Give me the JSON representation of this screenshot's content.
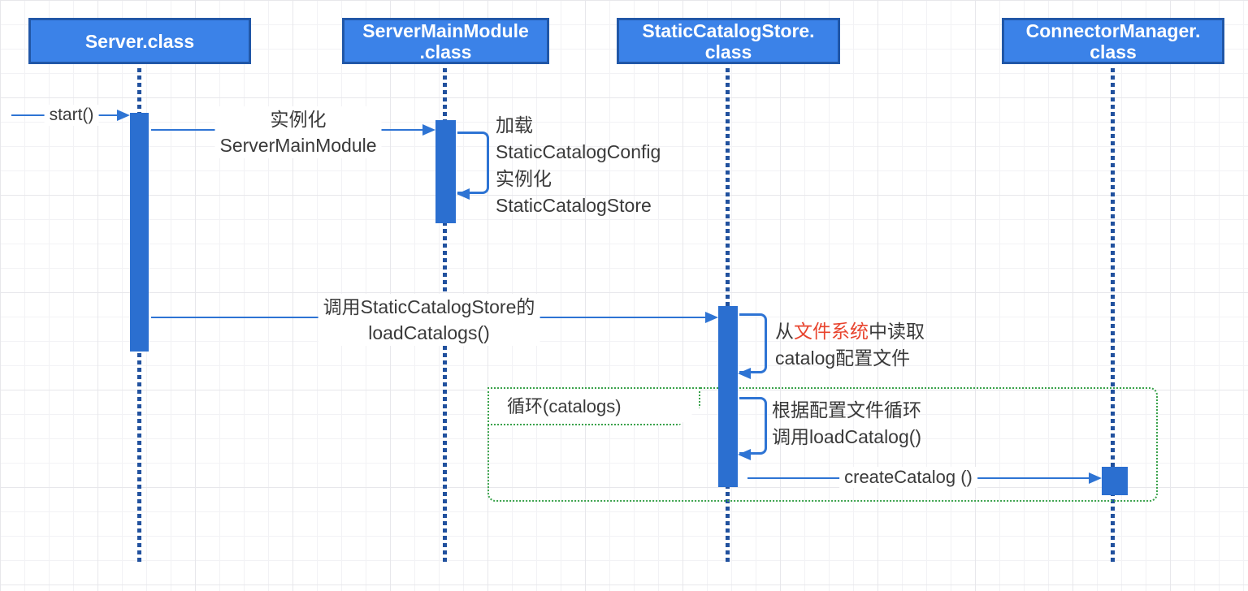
{
  "diagram": {
    "type": "uml-sequence",
    "colors": {
      "box_fill": "#3b82e8",
      "box_border": "#2157a7",
      "activation": "#2b6fd0",
      "lifeline": "#21519e",
      "message": "#2e74d4",
      "loop_border": "#3aa24b",
      "text": "#3a3a3a",
      "highlight_red": "#e8442e"
    },
    "lifelines": [
      {
        "label": "Server.class"
      },
      {
        "line1": "ServerMainModule",
        "line2": ".class"
      },
      {
        "line1": "StaticCatalogStore.",
        "line2": "class"
      },
      {
        "line1": "ConnectorManager.",
        "line2": "class"
      }
    ],
    "messages": {
      "start": {
        "label": "start()"
      },
      "instantiate": {
        "line1": "实例化",
        "line2": "ServerMainModule"
      },
      "smm_self": {
        "line1": "加载",
        "line2": "StaticCatalogConfig",
        "line3": "实例化",
        "line4": "StaticCatalogStore"
      },
      "load_catalogs": {
        "line1": "调用StaticCatalogStore的",
        "line2": "loadCatalogs()"
      },
      "read_config": {
        "prefix": "从",
        "highlight": "文件系统",
        "suffix": "中读取",
        "line2": "catalog配置文件"
      },
      "loop": {
        "label": "循环(catalogs)"
      },
      "load_catalog_loop": {
        "line1": "根据配置文件循环",
        "line2": "调用loadCatalog()"
      },
      "create_catalog": {
        "label": "createCatalog ()"
      }
    }
  }
}
